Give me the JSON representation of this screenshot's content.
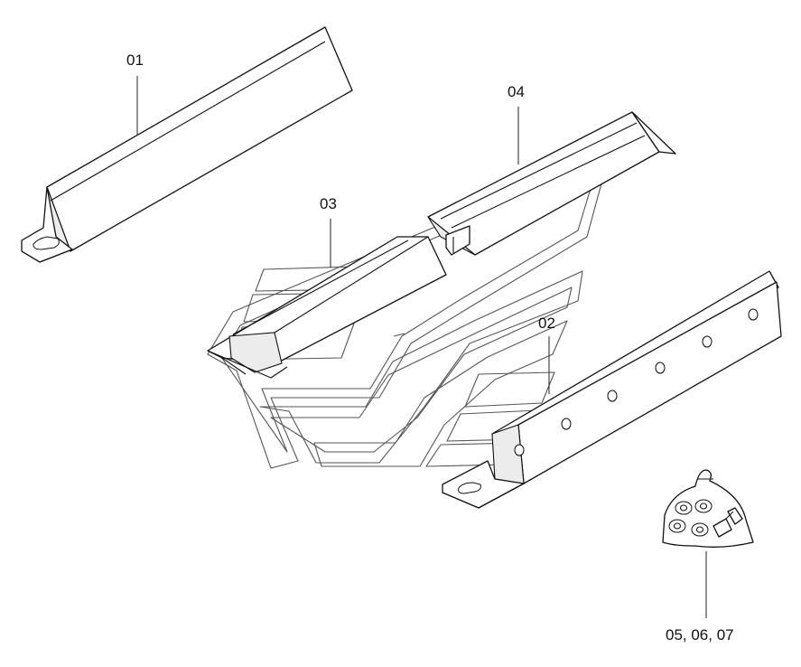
{
  "callouts": {
    "part_01": "01",
    "part_02": "02",
    "part_03": "03",
    "part_04": "04",
    "parts_05_06_07": "05, 06, 07"
  }
}
